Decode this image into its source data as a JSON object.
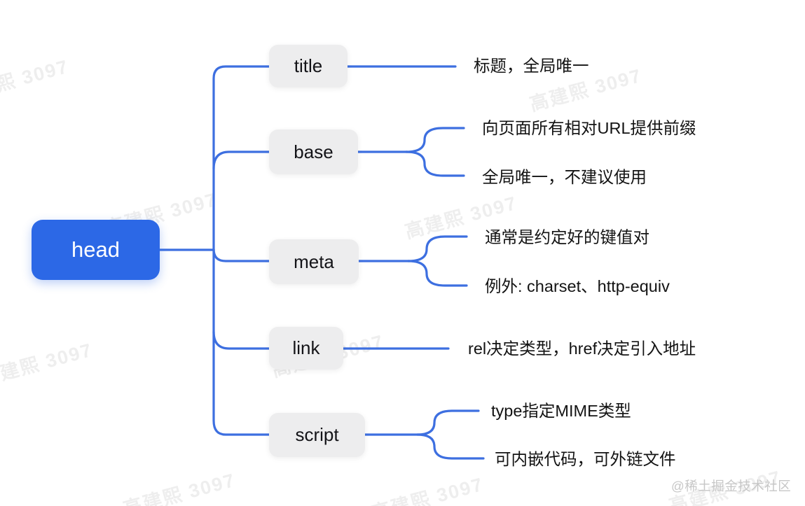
{
  "root": {
    "label": "head"
  },
  "branches": [
    {
      "label": "title",
      "leaves": [
        "标题，全局唯一"
      ]
    },
    {
      "label": "base",
      "leaves": [
        "向页面所有相对URL提供前缀",
        "全局唯一，不建议使用"
      ]
    },
    {
      "label": "meta",
      "leaves": [
        "通常是约定好的键值对",
        "例外: charset、http-equiv"
      ]
    },
    {
      "label": "link",
      "leaves": [
        "rel决定类型，href决定引入地址"
      ]
    },
    {
      "label": "script",
      "leaves": [
        "type指定MIME类型",
        "可内嵌代码，可外链文件"
      ]
    }
  ],
  "watermark": {
    "text": "高建熙 3097"
  },
  "credit": {
    "text": "@稀土掘金技术社区"
  },
  "colors": {
    "root_bg": "#2c68e6",
    "root_text": "#ffffff",
    "connector": "#3d6fe0",
    "node_bg": "#ededee",
    "node_text": "#141418",
    "leaf_text": "#131313"
  }
}
